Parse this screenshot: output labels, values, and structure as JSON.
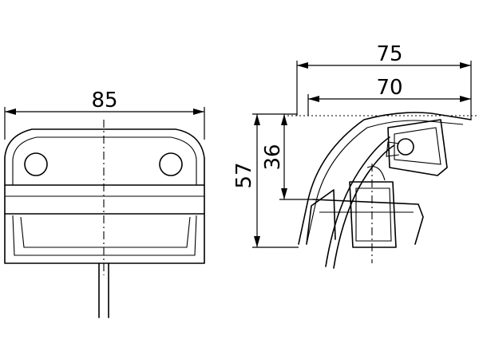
{
  "dimensions": {
    "front_width": "85",
    "side_overall_width": "75",
    "side_inner_width": "70",
    "side_overall_height": "57",
    "side_inner_height": "36"
  }
}
